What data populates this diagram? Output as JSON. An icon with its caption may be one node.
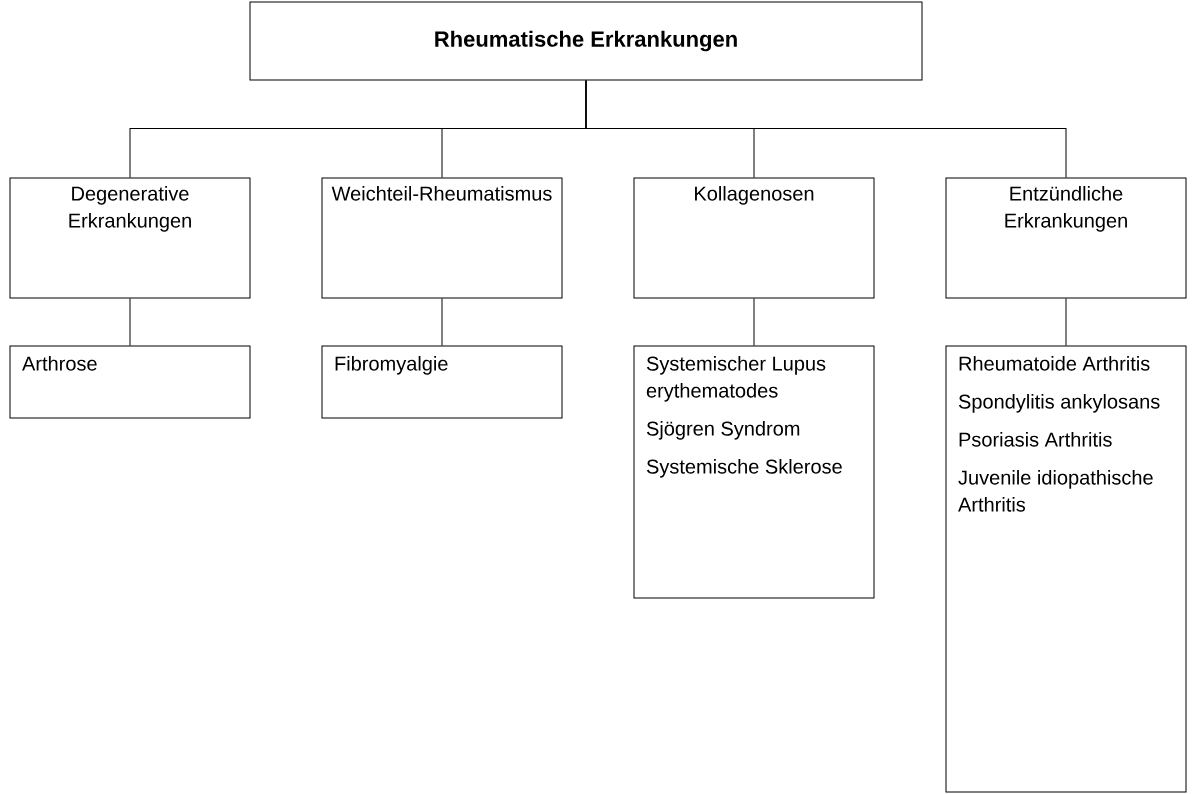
{
  "diagram": {
    "nodes": [
      {
        "text": [
          "Rheumatische Erkrankungen"
        ]
      },
      {
        "text": [
          "Degenerative Erkrankungen"
        ]
      },
      {
        "text": [
          "Weichteil-Rheumatismus"
        ]
      },
      {
        "text": [
          "Kollagenosen"
        ]
      },
      {
        "text": [
          "Entzündliche Erkrankungen"
        ]
      },
      {
        "text": [
          "Arthrose"
        ]
      },
      {
        "text": [
          "Fibromyalgie"
        ]
      },
      {
        "text": [
          "Systemischer Lupus erythematodes",
          "Sjögren Syndrom",
          "Systemische Sklerose"
        ]
      },
      {
        "text": [
          "Rheumatoide Arthritis",
          "Spondylitis ankylosans",
          "Psoriasis Arthritis",
          "Juvenile idiopathische Arthritis"
        ]
      }
    ],
    "edges": [
      {
        "from": 0,
        "to": 1,
        "arrow": "none"
      },
      {
        "from": 0,
        "to": 2,
        "arrow": "none"
      },
      {
        "from": 0,
        "to": 3,
        "arrow": "none"
      },
      {
        "from": 0,
        "to": 4,
        "arrow": "none"
      },
      {
        "from": 1,
        "to": 5,
        "arrow": "none"
      },
      {
        "from": 2,
        "to": 6,
        "arrow": "none"
      },
      {
        "from": 3,
        "to": 7,
        "arrow": "none"
      },
      {
        "from": 4,
        "to": 8,
        "arrow": "none"
      }
    ]
  }
}
